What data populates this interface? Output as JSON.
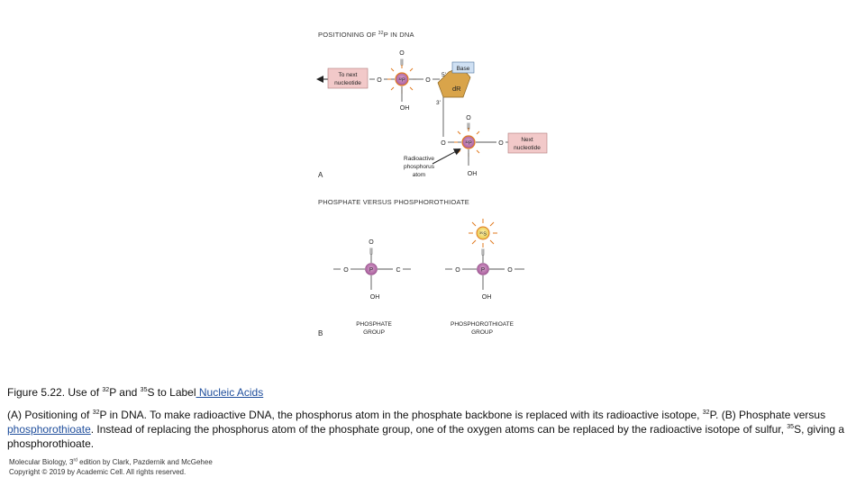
{
  "figure": {
    "panel_a": {
      "heading_prefix": "POSITIONING OF ",
      "heading_sup": "32",
      "heading_suffix": "P IN DNA",
      "to_next_line1": "To next",
      "to_next_line2": "nucleotide",
      "base_label": "Base",
      "dr_label": "dR",
      "prime5": "5'",
      "prime3": "3'",
      "next_line1": "Next",
      "next_line2": "nucleotide",
      "radioactive_line1": "Radioactive",
      "radioactive_line2": "phosphorus",
      "radioactive_line3": "atom",
      "panel_letter": "A",
      "atom_o": "O",
      "atom_oh": "OH",
      "atom_p": "P",
      "atom_32p": "³²P",
      "double_bond": "||"
    },
    "panel_b": {
      "heading": "PHOSPHATE VERSUS PHOSPHOROTHIOATE",
      "sulfur_label": "³⁵S",
      "phosphate_line1": "PHOSPHATE",
      "phosphate_line2": "GROUP",
      "thio_line1": "PHOSPHOROTHIOATE",
      "thio_line2": "GROUP",
      "panel_letter": "B",
      "atom_o": "O",
      "atom_c": "C",
      "atom_oh": "OH",
      "atom_p": "P",
      "double_bond": "||"
    },
    "colors": {
      "p_atom": "#b56aa8",
      "radiation": "#e07a1f",
      "sulfur": "#e8c84a",
      "box_pink": "#f2c9c9",
      "box_blue": "#cfe0f3",
      "sugar": "#d9a44a"
    }
  },
  "caption": {
    "title_prefix": "Figure 5.22. Use of ",
    "title_sup1": "32",
    "title_mid1": "P and ",
    "title_sup2": "35",
    "title_mid2": "S to Label",
    "title_link": " Nucleic Acids",
    "body_part1": "(A) Positioning of ",
    "body_sup1": "32",
    "body_part2": "P in DNA. To make radioactive DNA, the phosphorus atom in the phosphate backbone is replaced with its radioactive isotope, ",
    "body_sup2": "32",
    "body_part3": "P. (B) Phosphate versus ",
    "body_link": "phosphorothioate",
    "body_part4": ". Instead of replacing the phosphorus atom of the phosphate group, one of the oxygen atoms can be replaced by the radioactive isotope of sulfur, ",
    "body_sup3": "35",
    "body_part5": "S, giving a phosphorothioate."
  },
  "source": {
    "line1_prefix": "Molecular Biology, 3",
    "line1_sup": "rd",
    "line1_suffix": " edition by Clark, Pazdernik and McGehee",
    "line2": "Copyright © 2019 by Academic Cell. All rights reserved."
  }
}
